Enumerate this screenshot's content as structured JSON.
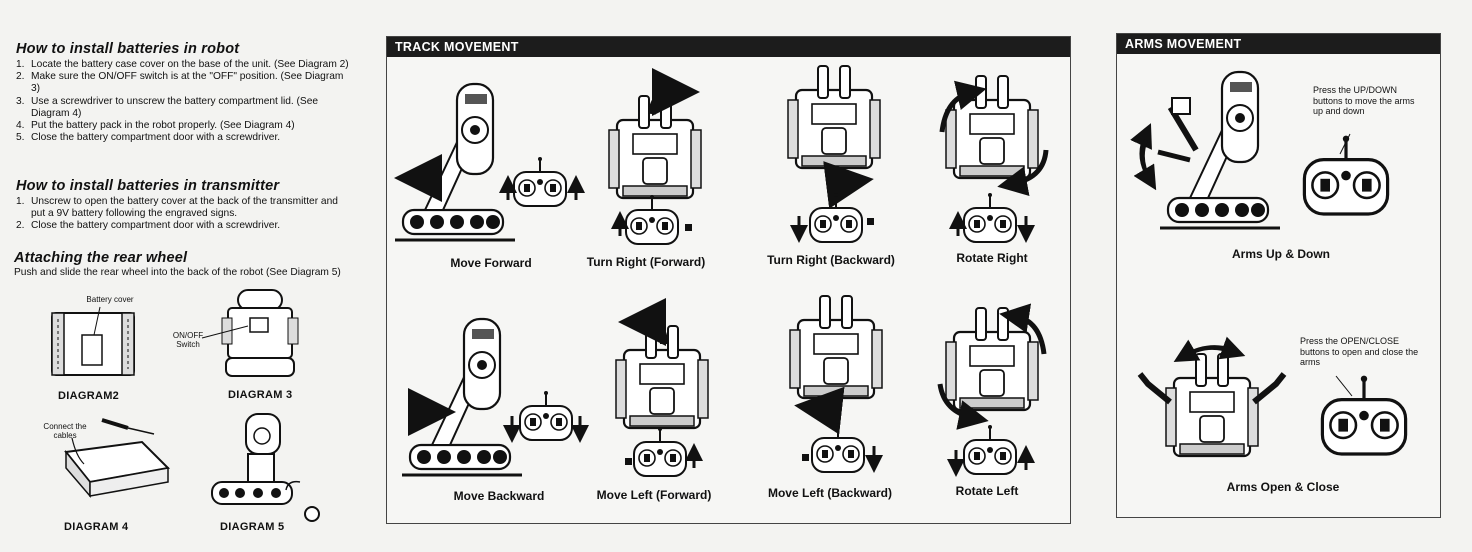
{
  "batteries_robot": {
    "heading": "How to install batteries in robot",
    "steps": [
      {
        "num": "1.",
        "text": "Locate the battery case cover on the base of the unit. (See Diagram 2)"
      },
      {
        "num": "2.",
        "text": "Make sure the ON/OFF switch is at the \"OFF\" position. (See Diagram 3)"
      },
      {
        "num": "3.",
        "text": "Use a screwdriver to unscrew the battery compartment lid. (See Diagram 4)"
      },
      {
        "num": "4.",
        "text": "Put the battery pack in the robot properly. (See Diagram 4)"
      },
      {
        "num": "5.",
        "text": "Close the battery compartment door with a screwdriver."
      }
    ]
  },
  "batteries_transmitter": {
    "heading": "How to install batteries in transmitter",
    "steps": [
      {
        "num": "1.",
        "text": "Unscrew to open the battery cover at the back of the transmitter and put a 9V battery following the engraved signs."
      },
      {
        "num": "2.",
        "text": "Close the battery compartment door with a screwdriver."
      }
    ]
  },
  "rear_wheel": {
    "heading": "Attaching the rear wheel",
    "text": "Push and slide the rear wheel into the back of the robot (See Diagram 5)"
  },
  "diagrams": {
    "battery_cover": "Battery cover",
    "on_off_switch": "ON/OFF Switch",
    "connect_cables": "Connect the cables",
    "d2": "DIAGRAM2",
    "d3": "DIAGRAM 3",
    "d4": "DIAGRAM 4",
    "d5": "DIAGRAM 5"
  },
  "track": {
    "title": "TRACK MOVEMENT",
    "captions": [
      "Move Forward",
      "Turn Right (Forward)",
      "Turn Right (Backward)",
      "Rotate Right",
      "Move Backward",
      "Move Left (Forward)",
      "Move Left (Backward)",
      "Rotate Left"
    ]
  },
  "arms": {
    "title": "ARMS MOVEMENT",
    "note_updown": "Press the UP/DOWN buttons to move the arms up and down",
    "caption_updown": "Arms Up & Down",
    "note_openclose": "Press the OPEN/CLOSE buttons to open and close the arms",
    "caption_openclose": "Arms Open & Close"
  }
}
